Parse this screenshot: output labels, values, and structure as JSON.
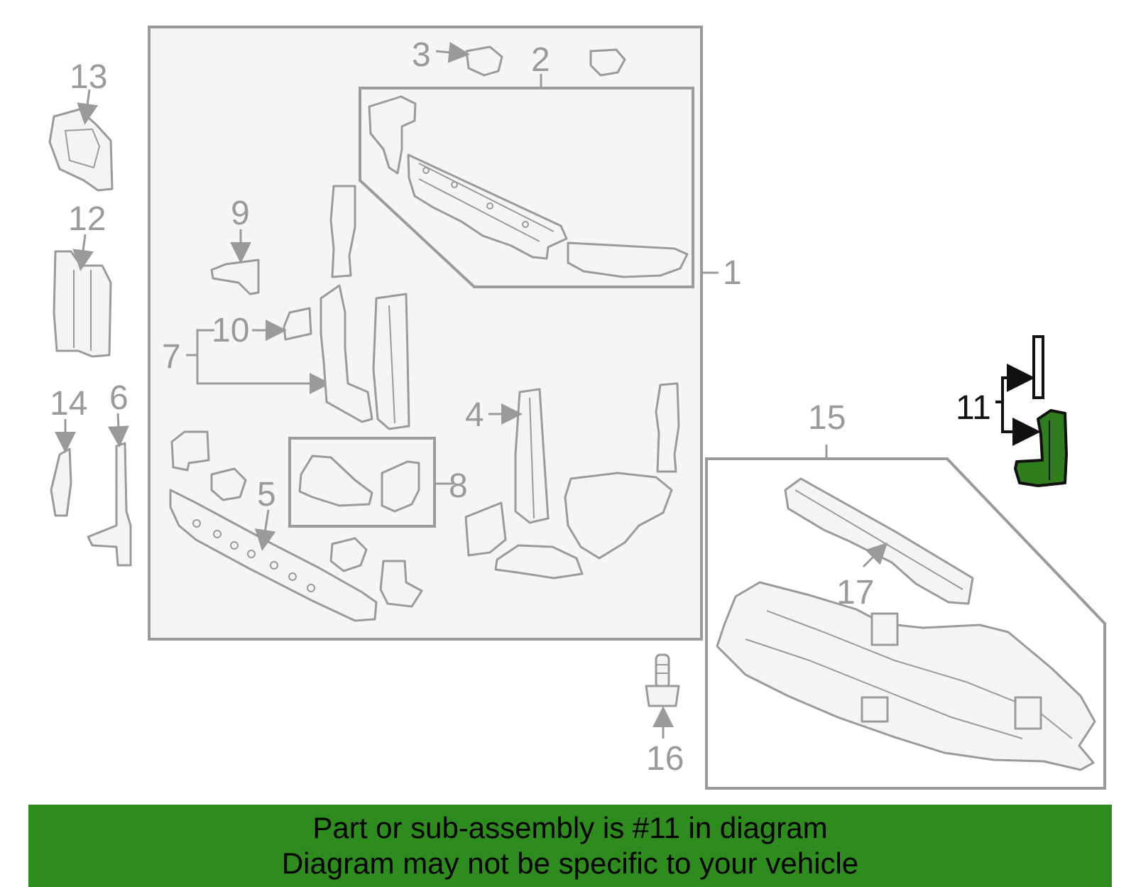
{
  "callouts": {
    "c1": "1",
    "c2": "2",
    "c3": "3",
    "c4": "4",
    "c5": "5",
    "c6": "6",
    "c7": "7",
    "c8": "8",
    "c9": "9",
    "c10": "10",
    "c11": "11",
    "c12": "12",
    "c13": "13",
    "c14": "14",
    "c15": "15",
    "c16": "16",
    "c17": "17"
  },
  "highlighted_part": "11",
  "banner": {
    "line1": "Part or sub-assembly is #11 in diagram",
    "line2": "Diagram may not be specific to your vehicle"
  },
  "colors": {
    "highlight": "#2f7d1f",
    "banner": "#2e8b1e",
    "line": "#9a9a9a"
  }
}
